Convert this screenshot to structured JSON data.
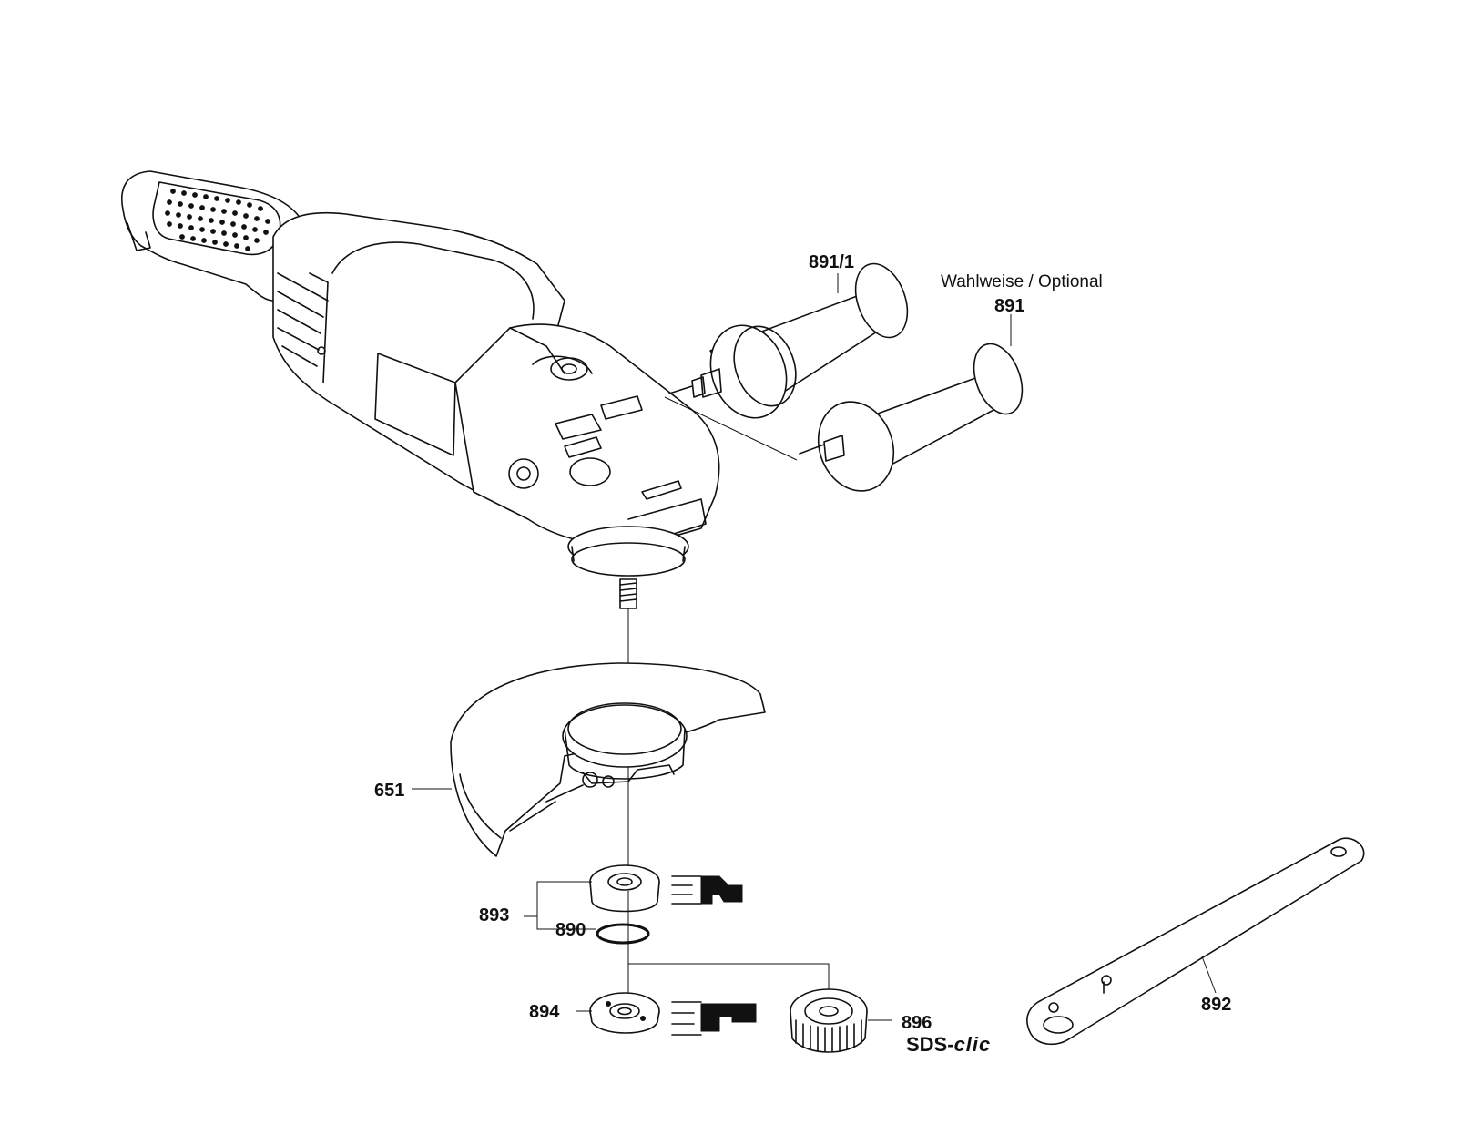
{
  "labels": {
    "p891_1": "891/1",
    "optional": "Wahlweise / Optional",
    "p891": "891",
    "p651": "651",
    "p893": "893",
    "p890": "890",
    "p894": "894",
    "p896": "896",
    "sds_prefix": "SDS-",
    "sds_clic": "clic",
    "p892": "892"
  },
  "colors": {
    "line": "#111111",
    "background": "#ffffff"
  },
  "icons": [
    "angle-grinder-body",
    "side-handle",
    "wheel-guard",
    "flange-nut",
    "clamping-flange",
    "quick-clamping-nut",
    "spanner",
    "mounting-symbol"
  ]
}
